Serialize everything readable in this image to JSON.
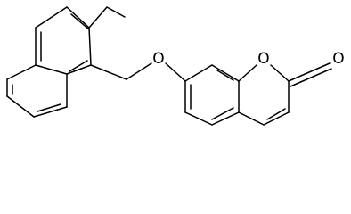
{
  "structure": {
    "atoms": [
      {
        "id": "ether-oxygen",
        "label": "O"
      },
      {
        "id": "ring-oxygen",
        "label": "O"
      },
      {
        "id": "carbonyl-oxygen",
        "label": "O"
      }
    ]
  }
}
